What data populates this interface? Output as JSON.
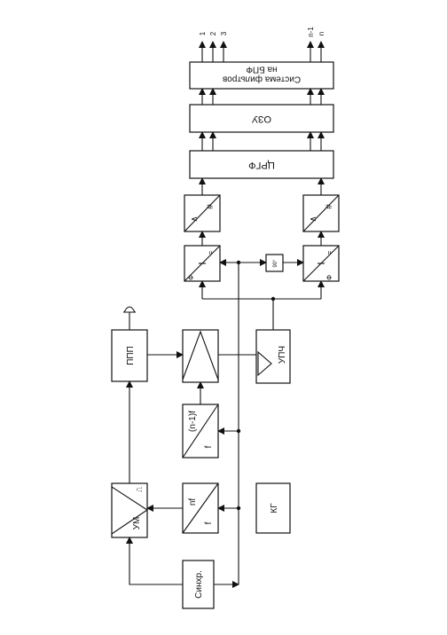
{
  "blocks": {
    "sync": "Синхр.",
    "um": "УМ",
    "um_pulse": "⎍",
    "mult_n_top": "nf",
    "mult_n_bottom": "f",
    "mult_n1_top": "(n-1)f",
    "mult_n1_bottom": "f",
    "kg": "КГ",
    "ppp": "ППП",
    "upch": "УПЧ",
    "phase90": "90°",
    "phi_top": "Ф",
    "phi_bottom": "Ф",
    "eq_top": "=",
    "eq_bottom": "=",
    "adc_top_in": "∧",
    "adc_top_out": "#",
    "adc_bot_in": "∧",
    "adc_bot_out": "#",
    "crgf": "ЦРГФ",
    "ozu": "ОЗУ",
    "filters_line1": "Система фильтров",
    "filters_line2": "на БПФ"
  },
  "outputs": [
    "1",
    "2",
    "3",
    "n-1",
    "n"
  ]
}
